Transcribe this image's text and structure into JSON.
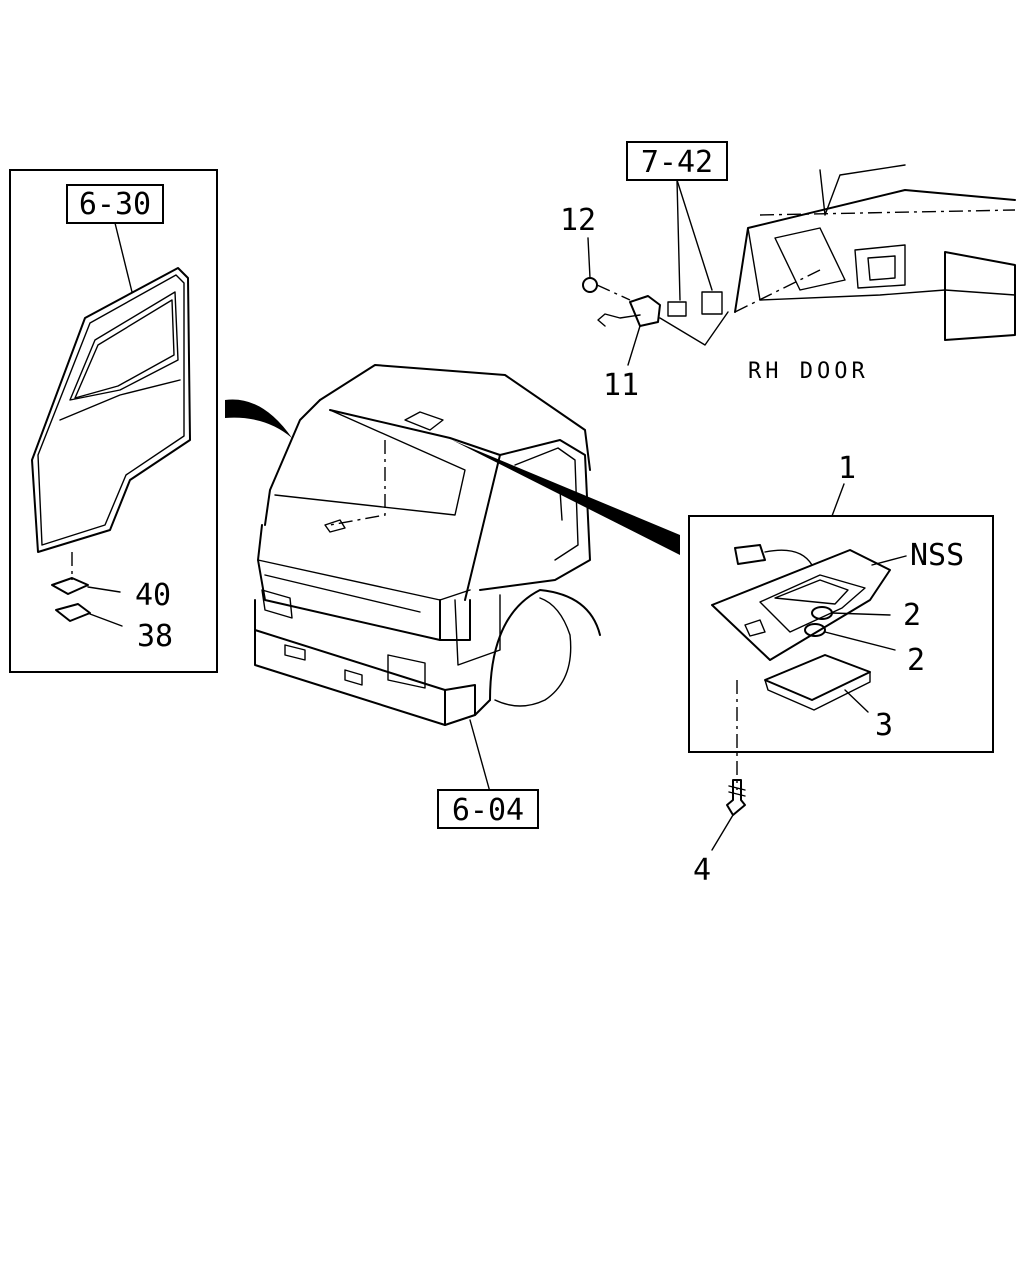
{
  "refs": {
    "door_ref": "6-30",
    "door_light_ref": "7-42",
    "cab_ref": "6-04"
  },
  "callouts": {
    "c12": "12",
    "c11": "11",
    "c40": "40",
    "c38": "38",
    "c1": "1",
    "c2a": "2",
    "c2b": "2",
    "c3": "3",
    "c4": "4",
    "nss": "NSS"
  },
  "labels": {
    "rh_door": "RH DOOR"
  }
}
